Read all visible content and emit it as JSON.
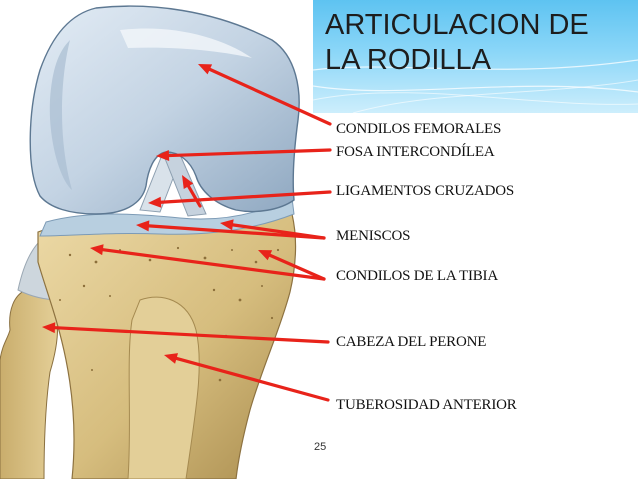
{
  "title": "ARTICULACION DE\nLA RODILLA",
  "labels": [
    "CONDILOS FEMORALES",
    "FOSA INTERCONDÍLEA",
    "LIGAMENTOS CRUZADOS",
    "MENISCOS",
    "CONDILOS DE LA TIBIA",
    "CABEZA DEL PERONE",
    "TUBEROSIDAD ANTERIOR"
  ],
  "slide_number": "25",
  "colors": {
    "arrow": "#e8231a",
    "bone_femur": "#c3d3e3",
    "bone_tibia": "#dcc487",
    "cartilage": "#8fb4d0",
    "title_bg": "#5ec3f1"
  }
}
